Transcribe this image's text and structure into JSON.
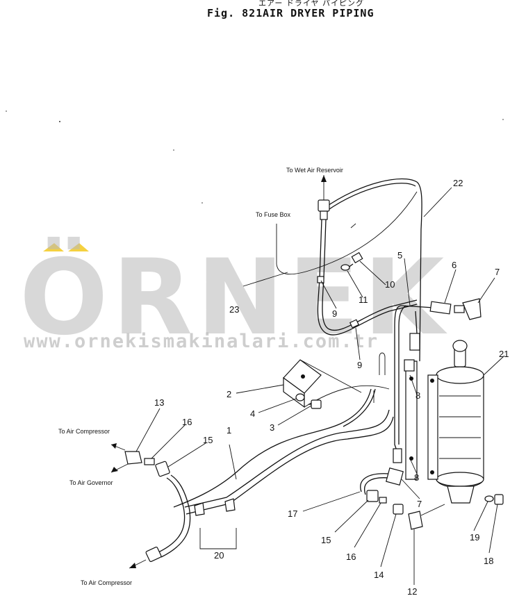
{
  "header": {
    "title_jp": "エアー ドライヤ パイピング",
    "fig_number": "Fig. 821",
    "fig_name": "AIR DRYER PIPING"
  },
  "watermark": {
    "brand": "ÖRNEK",
    "url": "www.ornekismakinalari.com.tr",
    "color": "#b9b9b9",
    "accent": "#f2c200"
  },
  "notes": {
    "wet_air_reservoir": "To Wet Air Reservoir",
    "fuse_box": "To Fuse Box",
    "air_compressor_top": "To Air Compressor",
    "air_governor": "To Air Governor",
    "air_compressor_bottom": "To Air Compressor"
  },
  "callouts": {
    "n1": "1",
    "n2": "2",
    "n3": "3",
    "n4": "4",
    "n5": "5",
    "n6": "6",
    "n7a": "7",
    "n7b": "7",
    "n8a": "8",
    "n8b": "8",
    "n9a": "9",
    "n9b": "9",
    "n10": "10",
    "n11": "11",
    "n12": "12",
    "n13": "13",
    "n14": "14",
    "n15a": "15",
    "n15b": "15",
    "n16a": "16",
    "n16b": "16",
    "n17": "17",
    "n18": "18",
    "n19": "19",
    "n20": "20",
    "n21": "21",
    "n22": "22",
    "n23": "23"
  }
}
